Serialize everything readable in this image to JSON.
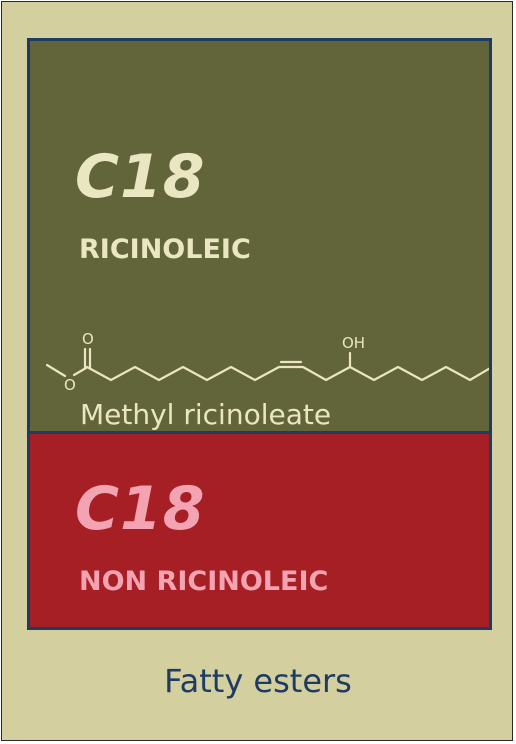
{
  "top_section": {
    "carbon_label": "C18",
    "type_label": "RICINOLEIC",
    "compound_name": "Methyl ricinoleate",
    "structure_labels": {
      "carbonyl_oxygen": "O",
      "ester_oxygen": "O",
      "hydroxyl": "OH"
    }
  },
  "bottom_section": {
    "carbon_label": "C18",
    "type_label": "NON RICINOLEIC"
  },
  "footer": {
    "label": "Fatty esters"
  },
  "colors": {
    "background": "#d3cf9e",
    "border": "#1d3b63",
    "ricinoleic_panel": "#62643a",
    "non_ricinoleic_panel": "#a51f24",
    "light_text": "#ebe6c2",
    "pink_text": "#f4a3b2",
    "footer_text": "#1d3b63"
  }
}
